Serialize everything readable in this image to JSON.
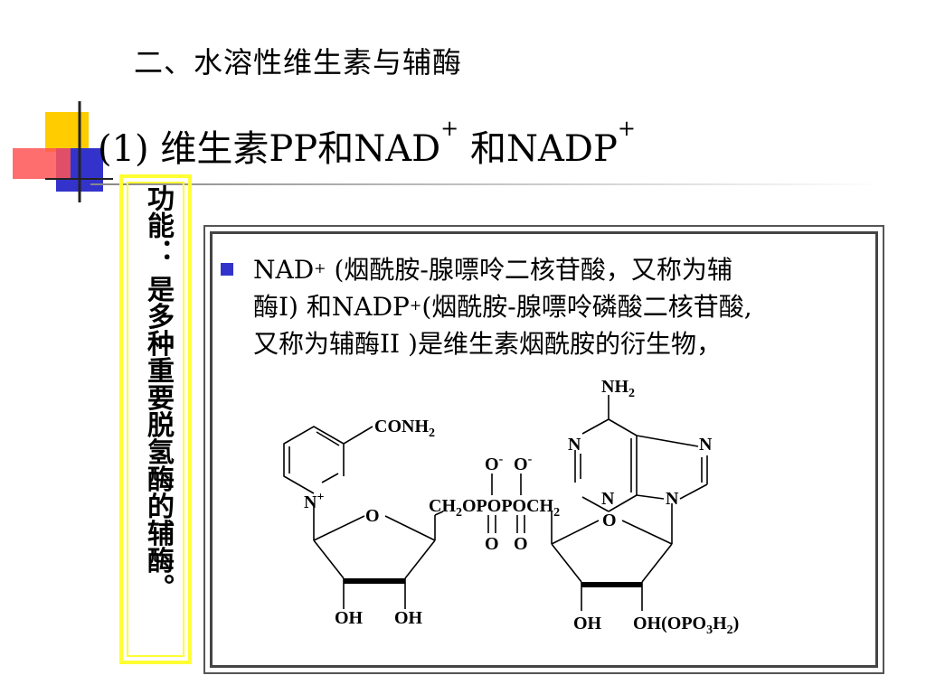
{
  "section": {
    "heading": "二、水溶性维生素与辅酶"
  },
  "title": {
    "main": "(1) 维生素PP和NAD",
    "plus1": "+",
    "mid": " 和NADP",
    "plus2": "+"
  },
  "sidebar": {
    "text": "功能： 是多种重要脱氢酶的辅酶。"
  },
  "content": {
    "line1": {
      "a": " NAD",
      "sup": "+",
      "b": " (烟酰胺-腺嘌呤二核苷酸，又称为辅"
    },
    "line2": {
      "a": "酶I) 和NADP",
      "sup": "+",
      "b": "(烟酰胺-腺嘌呤磷酸二核苷酸,"
    },
    "line3": "又称为辅酶II )是维生素烟酰胺的衍生物，"
  },
  "structure": {
    "nh2": "NH",
    "nh2_sub": "2",
    "conh2": "CONH",
    "conh2_sub": "2",
    "n_ring": "N",
    "n_plus": "+",
    "ring_o": "O",
    "ch2_left": "CH",
    "ch2_left_sub": "2",
    "ch2_left_rest": "OPOPOCH",
    "ch2_right_sub": "2",
    "o_minus": "O",
    "minus": "-",
    "o_double": "O",
    "purine_n": "N",
    "oh": "OH",
    "oh_phos": "OH(OPO",
    "oh_phos_sub1": "3",
    "oh_phos_mid": "H",
    "oh_phos_sub2": "2",
    "oh_phos_end": ")"
  },
  "colors": {
    "accent_yellow": "#ffcc00",
    "accent_blue": "#3333cc",
    "accent_red": "#ff3333",
    "frame_yellow": "#ffff33"
  }
}
